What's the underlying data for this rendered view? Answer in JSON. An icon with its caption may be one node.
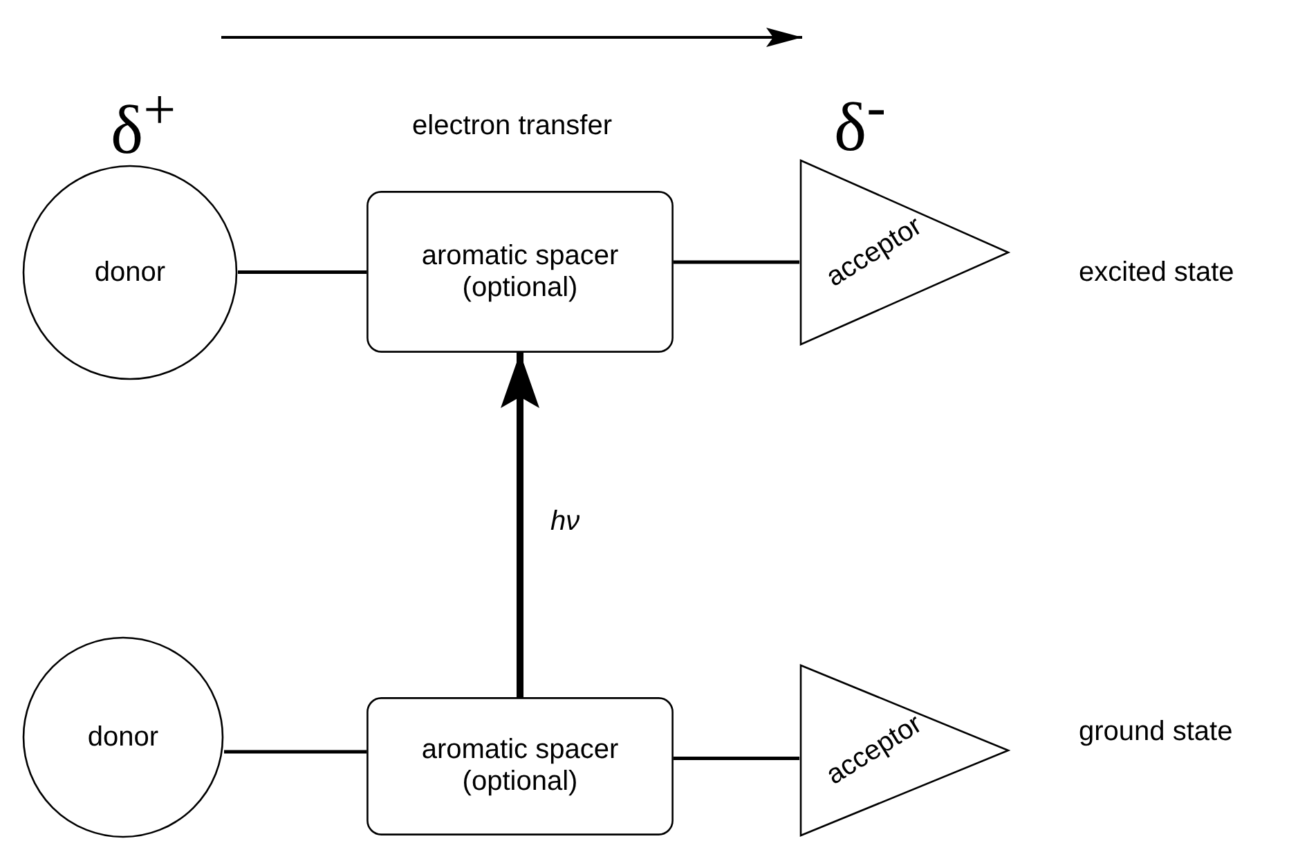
{
  "diagram": {
    "nodes": [
      {
        "text": [
          "donor"
        ]
      },
      {
        "text": [
          "aromatic spacer (optional)"
        ]
      },
      {
        "text": [
          "acceptor"
        ]
      },
      {
        "text": [
          "donor"
        ]
      },
      {
        "text": [
          "aromatic spacer (optional)"
        ]
      },
      {
        "text": [
          "acceptor"
        ]
      }
    ],
    "edges": [
      {
        "from": 0,
        "to": 1,
        "arrow": "none"
      },
      {
        "from": 1,
        "to": 2,
        "arrow": "none"
      },
      {
        "from": 4,
        "to": 1,
        "arrow": "to",
        "label": "hν",
        "style": "thick"
      },
      {
        "from": 3,
        "to": 4,
        "arrow": "none"
      },
      {
        "from": 4,
        "to": 5,
        "arrow": "none"
      }
    ],
    "labels": [
      "δ$^{+}$",
      "electron transfer",
      "δ$^{-}$",
      "excited state",
      "ground state"
    ]
  }
}
